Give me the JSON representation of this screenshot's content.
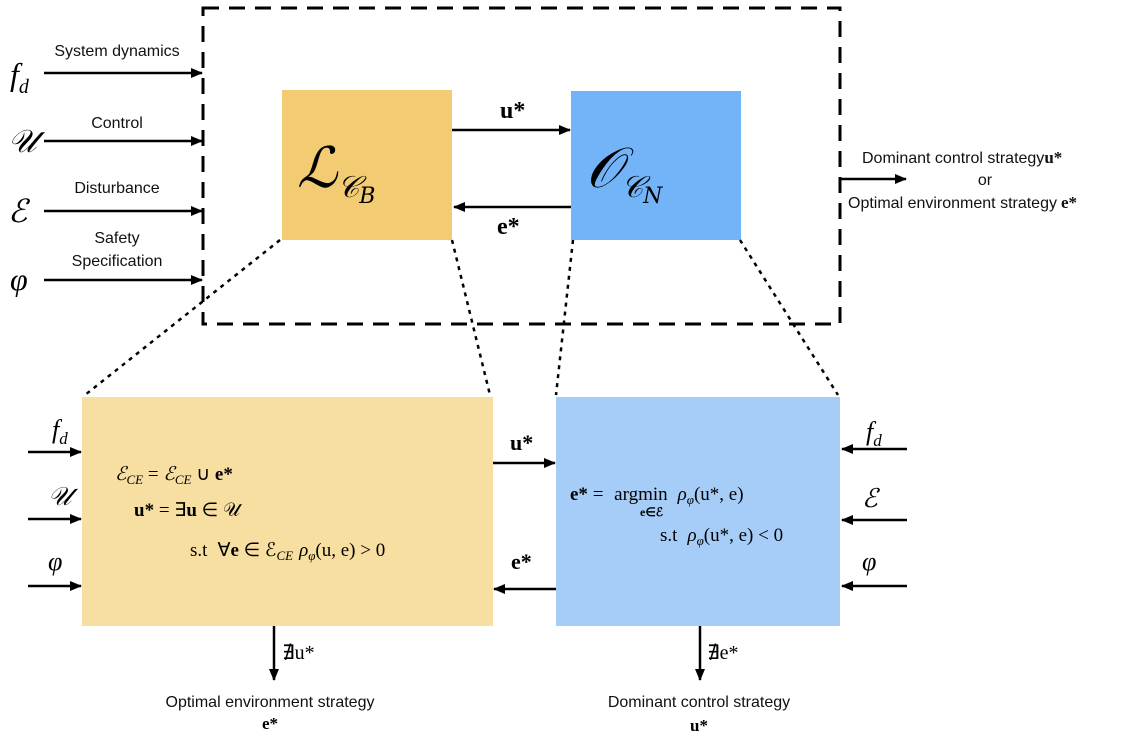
{
  "colors": {
    "learner": "#f2cb72",
    "oracle": "#72b4f7",
    "learner_detail": "#f7dea1",
    "oracle_detail": "#a6cdf8",
    "line": "#000000"
  },
  "inputs": [
    {
      "symbol": "f",
      "subscript": "d",
      "label_lines": [
        "System dynamics"
      ]
    },
    {
      "symbol": "𝒰",
      "subscript": "",
      "label_lines": [
        "Control"
      ]
    },
    {
      "symbol": "ℰ",
      "subscript": "",
      "label_lines": [
        "Disturbance"
      ]
    },
    {
      "symbol": "φ",
      "subscript": "",
      "label_lines": [
        "Safety",
        "Specification"
      ]
    }
  ],
  "learner": {
    "symbol": "ℒ",
    "sub": "𝒞",
    "subsub": "B"
  },
  "oracle": {
    "symbol": "𝒪",
    "sub": "𝒞",
    "subsub": "N"
  },
  "arrows": {
    "forward": "u*",
    "backward": "e*"
  },
  "output": {
    "line1": "Dominant control strategy",
    "line1_sym": "u*",
    "or": "or",
    "line2": "Optimal environment strategy",
    "line2_sym": "e*"
  },
  "learner_detail": {
    "inputs": [
      {
        "symbol": "f",
        "subscript": "d"
      },
      {
        "symbol": "𝒰",
        "subscript": ""
      },
      {
        "symbol": "φ",
        "subscript": ""
      }
    ],
    "eq1": {
      "lhs": "ℰ",
      "lhs_sub": "CE",
      "rel": " = ",
      "rhs": "ℰ",
      "rhs_sub": "CE",
      "tail": " ∪ ",
      "tail_b": "e*"
    },
    "eq2": {
      "lhs": "u*",
      "rel": " = ∃",
      "var": "u",
      "tail": " ∈ 𝒰"
    },
    "eq3": {
      "st": "s.t",
      "forall": "∀",
      "var": "e",
      "in": " ∈ ℰ",
      "in_sub": "CE",
      "rho": "ρ",
      "rho_sub": "φ",
      "args": "(u, e) > 0"
    },
    "output_arrow": "∄u*",
    "output_label": "Optimal environment strategy",
    "output_sym": "e*"
  },
  "oracle_detail": {
    "inputs": [
      {
        "symbol": "f",
        "subscript": "d"
      },
      {
        "symbol": "ℰ",
        "subscript": ""
      },
      {
        "symbol": "φ",
        "subscript": ""
      }
    ],
    "eq1": {
      "lhs": "e*",
      "rel": " = ",
      "op": "argmin",
      "op_sub": "e∈ℰ",
      "rho": "ρ",
      "rho_sub": "φ",
      "args": "(u*, e)"
    },
    "eq2": {
      "st": "s.t",
      "rho": "ρ",
      "rho_sub": "φ",
      "args": "(u*, e) < 0"
    },
    "output_arrow": "∄e*",
    "output_label": "Dominant control strategy",
    "output_sym": "u*"
  },
  "detail_arrows": {
    "forward": "u*",
    "backward": "e*"
  }
}
